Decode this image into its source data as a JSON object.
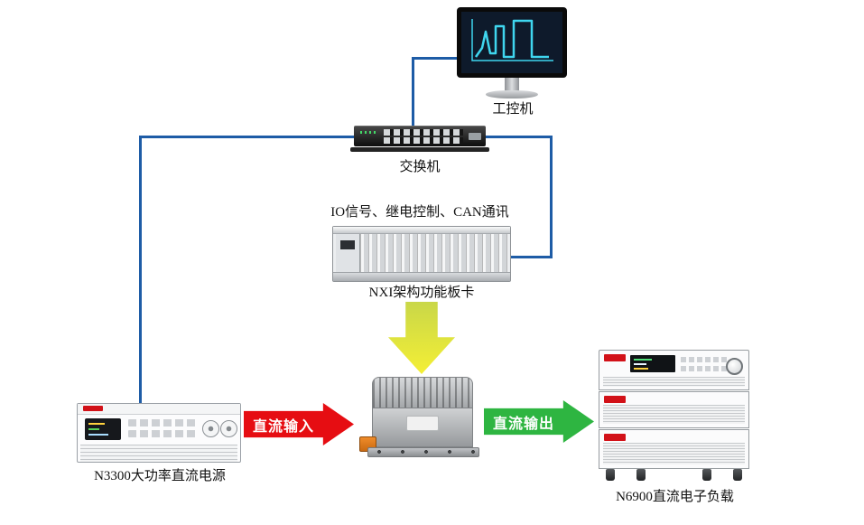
{
  "nodes": {
    "industrial_pc": {
      "label": "工控机"
    },
    "network_switch": {
      "label": "交换机"
    },
    "nxi_card": {
      "label": "NXI架构功能板卡",
      "caption": "IO信号、继电控制、CAN通讯"
    },
    "n3300": {
      "label": "N3300大功率直流电源"
    },
    "n6900": {
      "label": "N6900直流电子负载"
    }
  },
  "arrows": {
    "dc_input": {
      "label": "直流输入",
      "color": "#e60d12"
    },
    "dc_output": {
      "label": "直流输出",
      "color": "#2eb541"
    },
    "control": {
      "color": "#f4ef35"
    }
  },
  "colors": {
    "cable_blue": "#1e5ca6",
    "screen_trace_cyan": "#3fd6ef"
  }
}
